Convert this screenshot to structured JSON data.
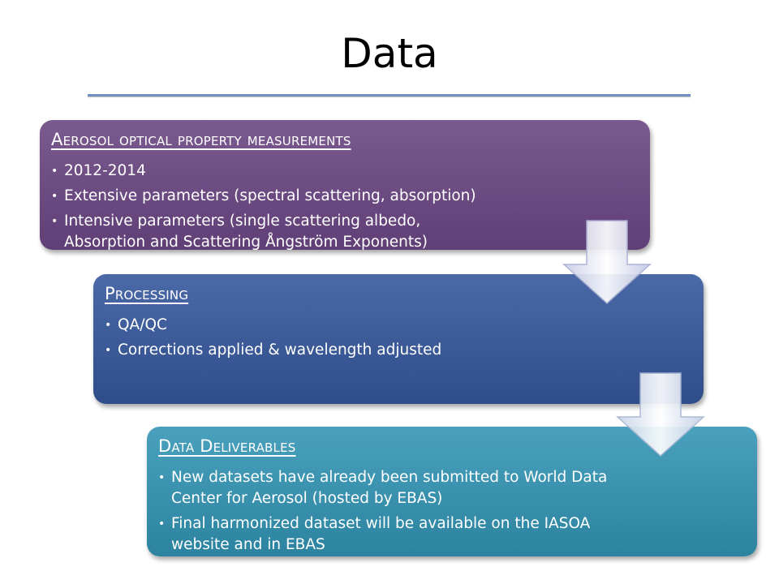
{
  "slide": {
    "title": "Data",
    "boxes": [
      {
        "title": "Aerosol optical property measurements",
        "bullets": [
          "2012-2014",
          "Extensive parameters (spectral scattering, absorption)",
          "Intensive parameters (single scattering albedo, Absorption and Scattering Ångström Exponents)"
        ],
        "color": "#6a4a80"
      },
      {
        "title": "Processing",
        "bullets": [
          "QA/QC",
          "Corrections applied & wavelength adjusted"
        ],
        "color": "#3a5996"
      },
      {
        "title": "Data Deliverables",
        "bullets": [
          "New datasets have already been submitted to World Data Center for Aerosol (hosted by EBAS)",
          "Final harmonized dataset will be available on the IASOA website and in EBAS"
        ],
        "color": "#3592ae"
      }
    ],
    "arrow_icon": "down-arrow-icon",
    "rule_color": "#6f8fc0"
  }
}
